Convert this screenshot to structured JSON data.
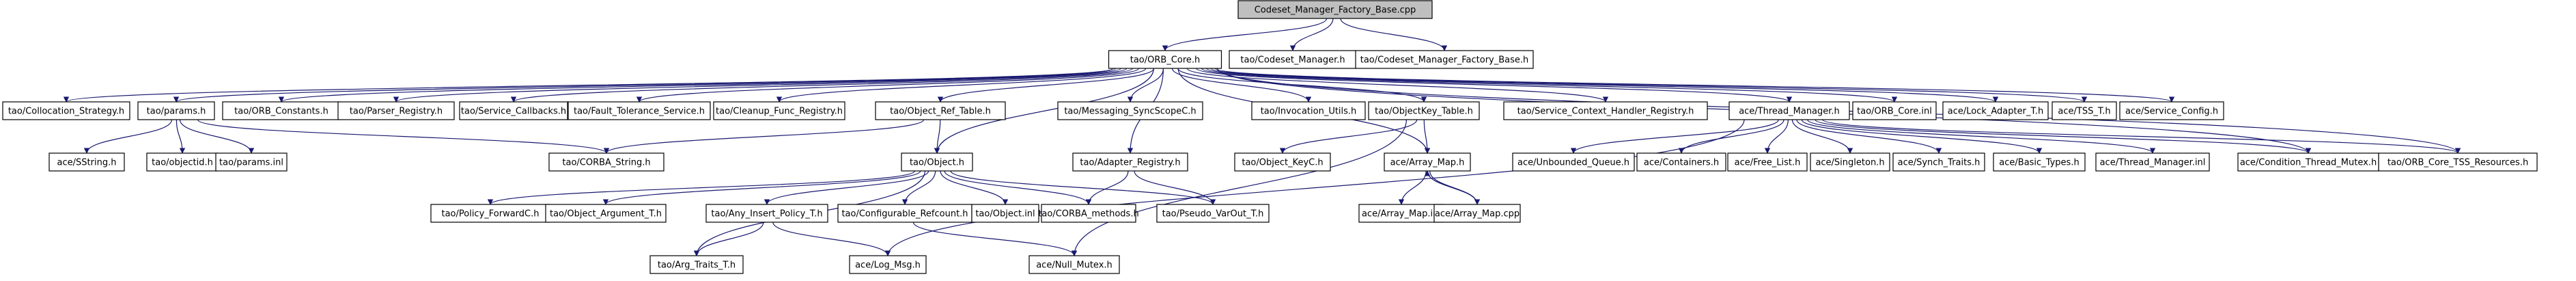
{
  "colors": {
    "edge": "#191970",
    "node_border_default": "#000000",
    "node_border_missing": "#ff0000",
    "node_border_unrelated": "#bfbfbf",
    "root_fill": "#bfbfbf",
    "node_fill": "#ffffff"
  },
  "nodes": [
    {
      "id": "root",
      "label": "Codeset_Manager_Factory_Base.cpp",
      "style": "root"
    },
    {
      "id": "orb_core_h",
      "label": "tao/ORB_Core.h",
      "style": "normal"
    },
    {
      "id": "codeset_manager_h",
      "label": "tao/Codeset_Manager.h",
      "style": "normal"
    },
    {
      "id": "codeset_factory_base_h",
      "label": "tao/Codeset_Manager_Factory_Base.h",
      "style": "normal"
    },
    {
      "id": "collocation_strategy",
      "label": "tao/Collocation_Strategy.h",
      "style": "normal"
    },
    {
      "id": "params_h",
      "label": "tao/params.h",
      "style": "normal"
    },
    {
      "id": "orb_constants",
      "label": "tao/ORB_Constants.h",
      "style": "normal"
    },
    {
      "id": "parser_registry",
      "label": "tao/Parser_Registry.h",
      "style": "normal"
    },
    {
      "id": "service_callbacks",
      "label": "tao/Service_Callbacks.h",
      "style": "normal"
    },
    {
      "id": "fault_tolerance",
      "label": "tao/Fault_Tolerance_Service.h",
      "style": "normal"
    },
    {
      "id": "cleanup_func",
      "label": "tao/Cleanup_Func_Registry.h",
      "style": "normal"
    },
    {
      "id": "object_ref_table",
      "label": "tao/Object_Ref_Table.h",
      "style": "normal"
    },
    {
      "id": "messaging_sync",
      "label": "tao/Messaging_SyncScopeC.h",
      "style": "normal"
    },
    {
      "id": "invocation_utils",
      "label": "tao/Invocation_Utils.h",
      "style": "normal"
    },
    {
      "id": "objectkey_table",
      "label": "tao/ObjectKey_Table.h",
      "style": "normal"
    },
    {
      "id": "service_context",
      "label": "tao/Service_Context_Handler_Registry.h",
      "style": "normal"
    },
    {
      "id": "thread_manager_h",
      "label": "ace/Thread_Manager.h",
      "style": "normal"
    },
    {
      "id": "orb_core_inl",
      "label": "tao/ORB_Core.inl",
      "style": "missing"
    },
    {
      "id": "lock_adapter",
      "label": "ace/Lock_Adapter_T.h",
      "style": "missing"
    },
    {
      "id": "tss_t",
      "label": "ace/TSS_T.h",
      "style": "missing"
    },
    {
      "id": "service_config",
      "label": "ace/Service_Config.h",
      "style": "normal"
    },
    {
      "id": "sstring",
      "label": "ace/SString.h",
      "style": "missing"
    },
    {
      "id": "objectid",
      "label": "tao/objectid.h",
      "style": "normal"
    },
    {
      "id": "params_inl",
      "label": "tao/params.inl",
      "style": "normal"
    },
    {
      "id": "corba_string",
      "label": "tao/CORBA_String.h",
      "style": "normal"
    },
    {
      "id": "object_h",
      "label": "tao/Object.h",
      "style": "normal"
    },
    {
      "id": "adapter_registry",
      "label": "tao/Adapter_Registry.h",
      "style": "normal"
    },
    {
      "id": "object_keyc",
      "label": "tao/Object_KeyC.h",
      "style": "normal"
    },
    {
      "id": "array_map_h",
      "label": "ace/Array_Map.h",
      "style": "normal"
    },
    {
      "id": "unbounded_queue",
      "label": "ace/Unbounded_Queue.h",
      "style": "missing"
    },
    {
      "id": "containers",
      "label": "ace/Containers.h",
      "style": "normal"
    },
    {
      "id": "free_list",
      "label": "ace/Free_List.h",
      "style": "normal"
    },
    {
      "id": "singleton",
      "label": "ace/Singleton.h",
      "style": "normal"
    },
    {
      "id": "synch_traits",
      "label": "ace/Synch_Traits.h",
      "style": "normal"
    },
    {
      "id": "basic_types",
      "label": "ace/Basic_Types.h",
      "style": "missing"
    },
    {
      "id": "thread_manager_inl",
      "label": "ace/Thread_Manager.inl",
      "style": "normal"
    },
    {
      "id": "condition_thread_mutex",
      "label": "ace/Condition_Thread_Mutex.h",
      "style": "normal"
    },
    {
      "id": "orb_core_tss",
      "label": "tao/ORB_Core_TSS_Resources.h",
      "style": "normal"
    },
    {
      "id": "policy_forwardc",
      "label": "tao/Policy_ForwardC.h",
      "style": "unrelated"
    },
    {
      "id": "object_argument",
      "label": "tao/Object_Argument_T.h",
      "style": "missing"
    },
    {
      "id": "any_insert_policy",
      "label": "tao/Any_Insert_Policy_T.h",
      "style": "missing"
    },
    {
      "id": "configurable_refcount",
      "label": "tao/Configurable_Refcount.h",
      "style": "normal"
    },
    {
      "id": "object_inl",
      "label": "tao/Object.inl",
      "style": "normal"
    },
    {
      "id": "corba_methods",
      "label": "tao/CORBA_methods.h",
      "style": "normal"
    },
    {
      "id": "pseudo_varout",
      "label": "tao/Pseudo_VarOut_T.h",
      "style": "missing"
    },
    {
      "id": "array_map_inl",
      "label": "ace/Array_Map.inl",
      "style": "normal"
    },
    {
      "id": "array_map_cpp",
      "label": "ace/Array_Map.cpp",
      "style": "missing"
    },
    {
      "id": "arg_traits",
      "label": "tao/Arg_Traits_T.h",
      "style": "normal"
    },
    {
      "id": "log_msg",
      "label": "ace/Log_Msg.h",
      "style": "normal"
    },
    {
      "id": "null_mutex",
      "label": "ace/Null_Mutex.h",
      "style": "missing"
    }
  ],
  "edges": [
    [
      "root",
      "orb_core_h"
    ],
    [
      "root",
      "codeset_manager_h"
    ],
    [
      "root",
      "codeset_factory_base_h"
    ],
    [
      "orb_core_h",
      "collocation_strategy"
    ],
    [
      "orb_core_h",
      "params_h"
    ],
    [
      "orb_core_h",
      "orb_constants"
    ],
    [
      "orb_core_h",
      "parser_registry"
    ],
    [
      "orb_core_h",
      "service_callbacks"
    ],
    [
      "orb_core_h",
      "fault_tolerance"
    ],
    [
      "orb_core_h",
      "cleanup_func"
    ],
    [
      "orb_core_h",
      "object_ref_table"
    ],
    [
      "orb_core_h",
      "messaging_sync"
    ],
    [
      "orb_core_h",
      "invocation_utils"
    ],
    [
      "orb_core_h",
      "objectkey_table"
    ],
    [
      "orb_core_h",
      "service_context"
    ],
    [
      "orb_core_h",
      "thread_manager_h"
    ],
    [
      "orb_core_h",
      "orb_core_inl"
    ],
    [
      "orb_core_h",
      "lock_adapter"
    ],
    [
      "orb_core_h",
      "tss_t"
    ],
    [
      "orb_core_h",
      "service_config"
    ],
    [
      "orb_core_h",
      "object_h"
    ],
    [
      "orb_core_h",
      "adapter_registry"
    ],
    [
      "orb_core_h",
      "array_map_h"
    ],
    [
      "orb_core_h",
      "orb_core_tss"
    ],
    [
      "orb_core_h",
      "condition_thread_mutex"
    ],
    [
      "params_h",
      "sstring"
    ],
    [
      "params_h",
      "objectid"
    ],
    [
      "params_h",
      "params_inl"
    ],
    [
      "params_h",
      "corba_string"
    ],
    [
      "object_ref_table",
      "corba_string"
    ],
    [
      "object_ref_table",
      "object_h"
    ],
    [
      "adapter_registry",
      "corba_methods"
    ],
    [
      "adapter_registry",
      "pseudo_varout"
    ],
    [
      "objectkey_table",
      "object_keyc"
    ],
    [
      "objectkey_table",
      "array_map_h"
    ],
    [
      "objectkey_table",
      "null_mutex"
    ],
    [
      "thread_manager_h",
      "unbounded_queue"
    ],
    [
      "thread_manager_h",
      "containers"
    ],
    [
      "thread_manager_h",
      "free_list"
    ],
    [
      "thread_manager_h",
      "singleton"
    ],
    [
      "thread_manager_h",
      "synch_traits"
    ],
    [
      "thread_manager_h",
      "basic_types"
    ],
    [
      "thread_manager_h",
      "thread_manager_inl"
    ],
    [
      "thread_manager_h",
      "condition_thread_mutex"
    ],
    [
      "thread_manager_h",
      "orb_core_tss"
    ],
    [
      "thread_manager_h",
      "log_msg"
    ],
    [
      "object_h",
      "policy_forwardc"
    ],
    [
      "object_h",
      "object_argument"
    ],
    [
      "object_h",
      "any_insert_policy"
    ],
    [
      "object_h",
      "configurable_refcount"
    ],
    [
      "object_h",
      "object_inl"
    ],
    [
      "object_h",
      "corba_methods"
    ],
    [
      "object_h",
      "pseudo_varout"
    ],
    [
      "object_h",
      "arg_traits"
    ],
    [
      "any_insert_policy",
      "arg_traits"
    ],
    [
      "any_insert_policy",
      "log_msg"
    ],
    [
      "configurable_refcount",
      "null_mutex"
    ],
    [
      "array_map_h",
      "array_map_inl"
    ],
    [
      "array_map_h",
      "array_map_cpp"
    ],
    [
      "array_map_cpp",
      "array_map_h"
    ]
  ]
}
